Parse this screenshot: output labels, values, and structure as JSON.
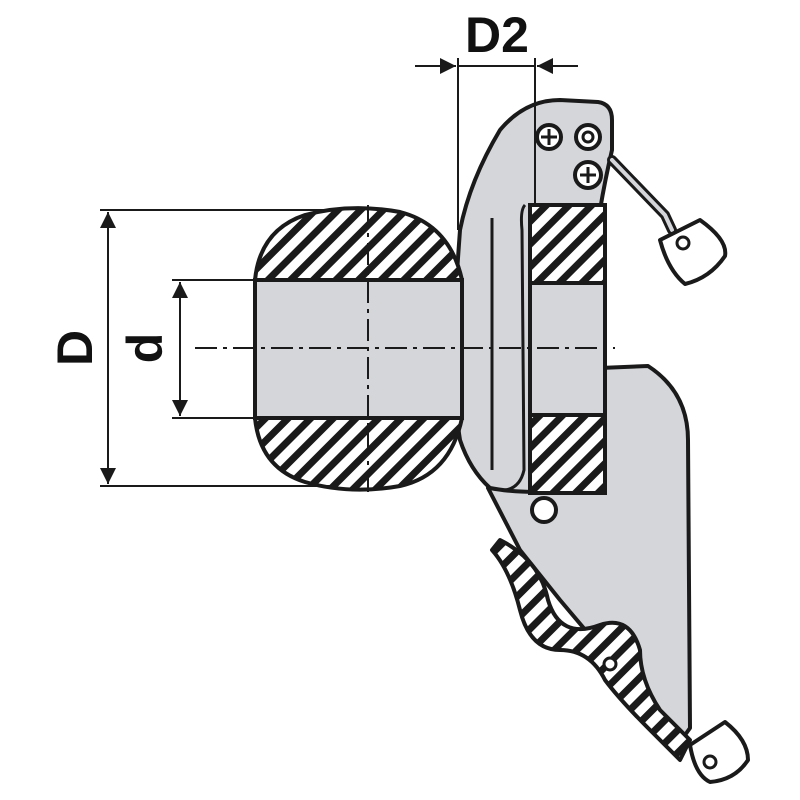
{
  "labels": {
    "outer_diameter": "D",
    "inner_diameter": "d",
    "width": "D2"
  },
  "colors": {
    "stroke": "#1a1a1a",
    "fill": "#d4d6da",
    "hatch": "#1a1a1a",
    "background": "#ffffff"
  }
}
